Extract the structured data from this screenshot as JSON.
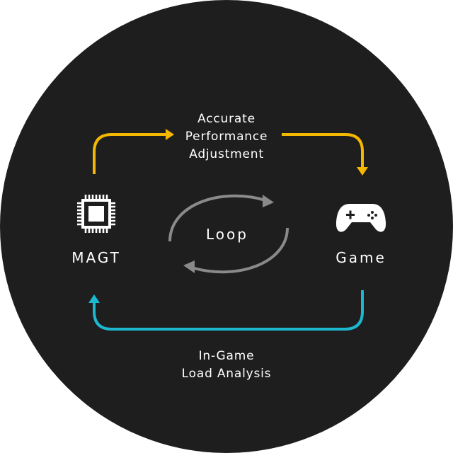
{
  "diagram": {
    "background_color": "#1e1e1e",
    "colors": {
      "forward_arrow": "#f5b800",
      "return_arrow": "#1bb8d0",
      "loop_arrow": "#8a8a8a",
      "text": "#ffffff"
    },
    "top_flow": {
      "line1": "Accurate",
      "line2": "Performance",
      "line3": "Adjustment"
    },
    "bottom_flow": {
      "line1": "In-Game",
      "line2": "Load Analysis"
    },
    "nodes": {
      "left": {
        "label": "MAGT",
        "icon": "cpu-chip-icon"
      },
      "right": {
        "label": "Game",
        "icon": "gamepad-icon"
      }
    },
    "center": {
      "label": "Loop",
      "icon": "cycle-arrows-icon"
    }
  }
}
